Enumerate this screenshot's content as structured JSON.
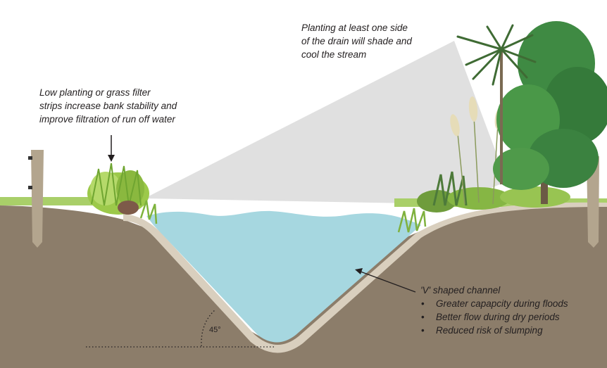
{
  "annotations": {
    "shade": {
      "lines": [
        "Planting at least one side",
        "of the drain will shade and",
        "cool the stream"
      ]
    },
    "filter": {
      "lines": [
        "Low planting or grass filter",
        "strips increase bank stability and",
        "improve filtration of run off water"
      ]
    },
    "channel": {
      "heading": "'V' shaped channel",
      "bullets": [
        "Greater capapcity during floods",
        "Better flow during dry periods",
        "Reduced risk of slumping"
      ]
    }
  },
  "angle_label": "45°",
  "icons": [
    "fence-post-icon",
    "grass-clump-icon",
    "flax-plant-icon",
    "cabbage-tree-icon",
    "native-tree-icon",
    "toetoe-grass-icon",
    "fern-icon",
    "arrow-icon"
  ],
  "colors": {
    "soil": "#8c7d6a",
    "bank": "#d6cbb9",
    "water": "#a6d7e0",
    "grass": "#8cbf3f",
    "shade": "#dedede",
    "tree": "#3f8a43",
    "post": "#b3a58e",
    "text": "#231f20"
  }
}
